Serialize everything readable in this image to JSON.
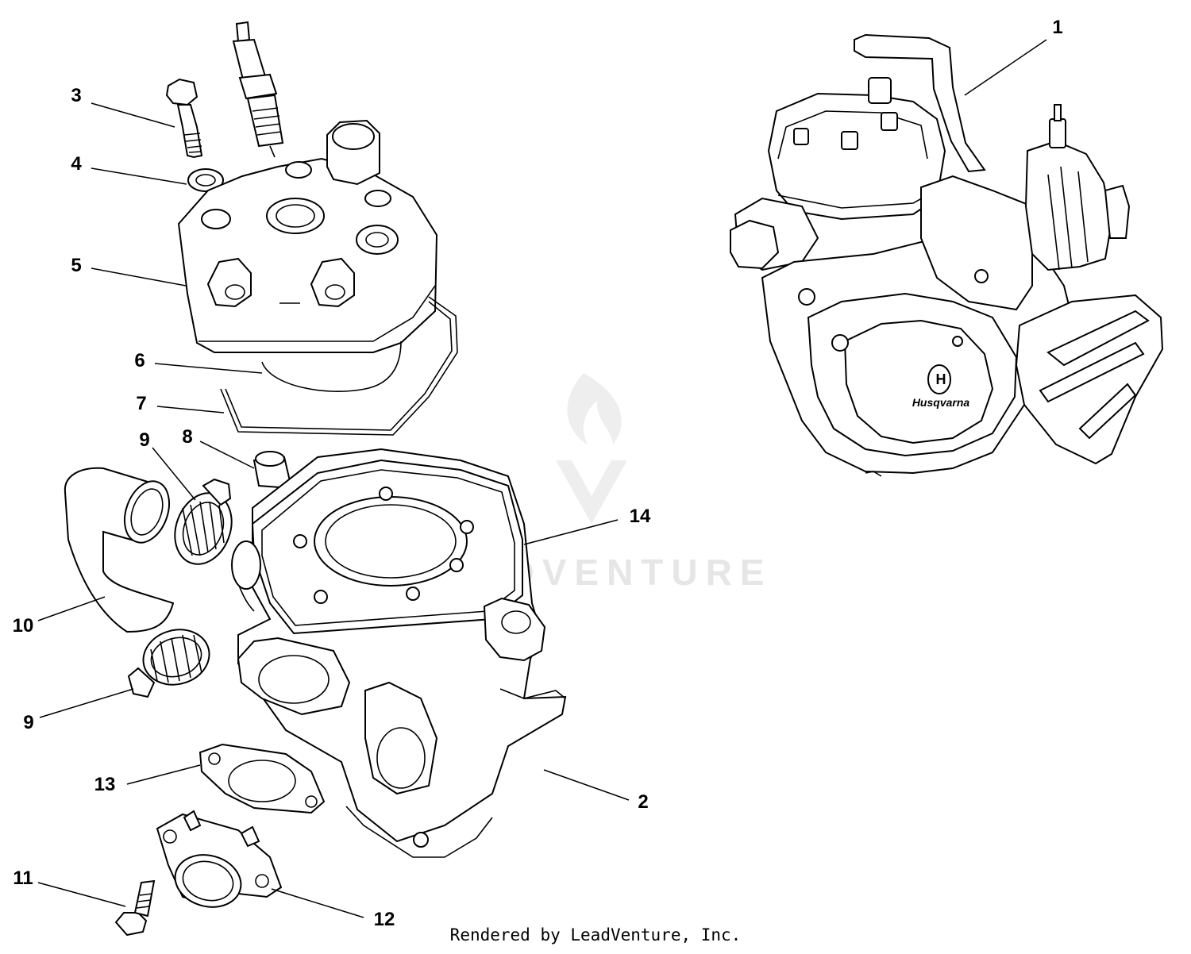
{
  "watermark": {
    "text": "LEADVENTURE"
  },
  "credit": "Rendered by LeadVenture, Inc.",
  "logo_text": "Husqvarna",
  "callouts": {
    "c1": "1",
    "c2": "2",
    "c3": "3",
    "c4": "4",
    "c5": "5",
    "c6": "6",
    "c7": "7",
    "c8": "8",
    "c9a": "9",
    "c9b": "9",
    "c10": "10",
    "c11": "11",
    "c12": "12",
    "c13": "13",
    "c14": "14"
  },
  "colors": {
    "line": "#000000",
    "watermark": "#e6e6e6",
    "background": "#ffffff"
  }
}
